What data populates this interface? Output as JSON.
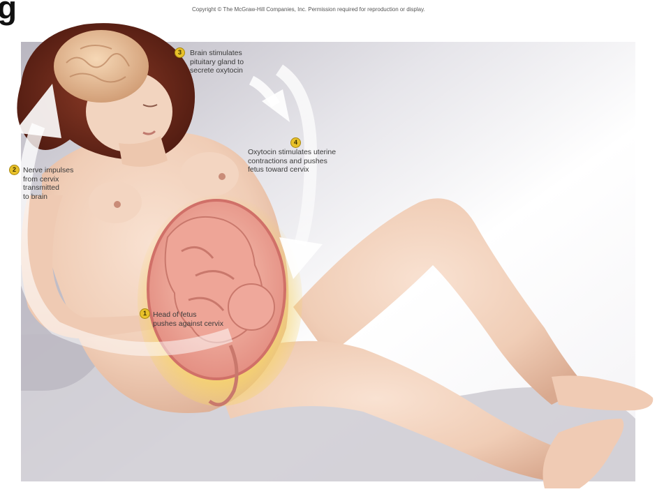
{
  "heading": "g",
  "copyright": "Copyright © The McGraw-Hill Companies, Inc. Permission required for reproduction or display.",
  "steps": [
    {
      "number": "1",
      "lines": [
        "Head of fetus",
        "pushes against cervix"
      ]
    },
    {
      "number": "2",
      "lines": [
        "Nerve impulses",
        "from cervix",
        "transmitted",
        "to brain"
      ]
    },
    {
      "number": "3",
      "lines": [
        "Brain stimulates",
        "pituitary gland to",
        "secrete oxytocin"
      ]
    },
    {
      "number": "4",
      "lines": [
        "Oxytocin stimulates uterine",
        "contractions and pushes",
        "fetus toward cervix"
      ]
    }
  ],
  "colors": {
    "backdrop": "#d4d2d9",
    "skin": "#f2d2bd",
    "skin_shadow": "#dcae96",
    "hair": "#6e2a1c",
    "brain": "#e9bf96",
    "uterus_wall": "#e68f86",
    "amniotic_glow": "#f6cf62",
    "fetus": "#eba295",
    "arrow": "#ffffff",
    "badge": "#e8c12a"
  }
}
